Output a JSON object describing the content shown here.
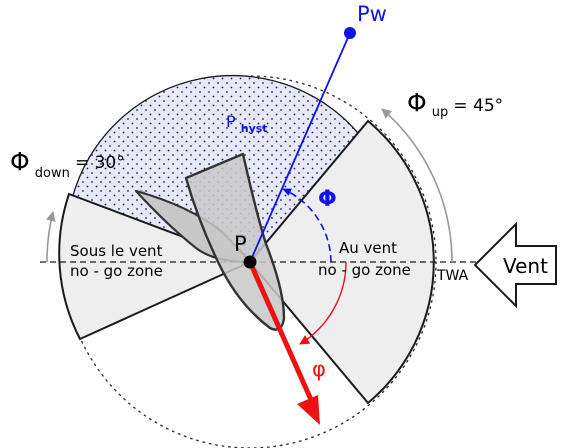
{
  "labels": {
    "pw": "Pw",
    "p": "P",
    "p_hyst_main": "P",
    "p_hyst_sub": "hyst",
    "phi_up_symbol": "Φ",
    "phi_up_sub": "up",
    "phi_up_value": "= 45°",
    "phi_down_symbol": "Φ",
    "phi_down_sub": "down",
    "phi_down_value": "= 30°",
    "phi_angle": "Φ",
    "varphi": "φ",
    "sous_le_vent": "Sous le vent",
    "no_go_zone_left": "no - go zone",
    "au_vent": "Au vent",
    "no_go_zone_right": "no - go zone",
    "twa": "TWA",
    "vent": "Vent"
  },
  "colors": {
    "blue": "#1010ee",
    "red": "#ee1111",
    "zone_fill": "#eeeeee",
    "hyst_fill": "#e6e8fb",
    "boat_fill": "#c8c8c8",
    "outline": "#1a1a1a",
    "gray_arrow": "#999999"
  }
}
